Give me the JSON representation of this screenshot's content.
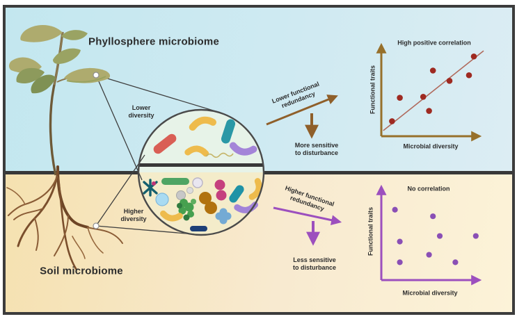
{
  "figure": {
    "top_panel": {
      "title": "Phyllosphere microbiome",
      "diversity_label": "Lower\ndiversity"
    },
    "bottom_panel": {
      "title": "Soil microbiome",
      "diversity_label": "Higher\ndiversity"
    },
    "arrows": {
      "top": {
        "diagonal_label": "Lower functional\nredundancy",
        "down_label": "More sensitive\nto disturbance"
      },
      "bottom": {
        "diagonal_label": "Higher functional\nredundancy",
        "down_label": "Less sensitive\nto disturbance"
      }
    },
    "colors": {
      "top_background": "#c9e8f0",
      "bottom_background": "#f7e7c2",
      "frame": "#3c3c3c",
      "brown_arrow": "#8f5f2a",
      "purple_arrow": "#9c4fbe"
    }
  },
  "chart_data": [
    {
      "type": "scatter",
      "title": "High positive correlation",
      "xlabel": "Microbial diversity",
      "ylabel": "Functional traits",
      "xlim": [
        0,
        10
      ],
      "ylim": [
        0,
        10
      ],
      "grid": false,
      "axis_color": "#97702b",
      "dot_color": "#9e2a21",
      "trend_color": "#b06a5c",
      "points": [
        [
          1.1,
          1.6
        ],
        [
          1.9,
          4.1
        ],
        [
          4.3,
          4.2
        ],
        [
          4.9,
          2.7
        ],
        [
          5.3,
          7.0
        ],
        [
          7.0,
          5.9
        ],
        [
          9.0,
          6.5
        ],
        [
          9.5,
          8.5
        ]
      ],
      "trendline": {
        "x1": 0.2,
        "y1": 0.6,
        "x2": 10.5,
        "y2": 9.1
      }
    },
    {
      "type": "scatter",
      "title": "No correlation",
      "xlabel": "Microbial diversity",
      "ylabel": "Functional traits",
      "xlim": [
        0,
        10
      ],
      "ylim": [
        0,
        10
      ],
      "grid": false,
      "axis_color": "#9c4fbe",
      "dot_color": "#8a4fb5",
      "points": [
        [
          1.4,
          7.5
        ],
        [
          5.3,
          6.8
        ],
        [
          6.0,
          4.7
        ],
        [
          9.7,
          4.7
        ],
        [
          1.9,
          4.1
        ],
        [
          4.9,
          2.7
        ],
        [
          1.9,
          1.9
        ],
        [
          7.6,
          1.9
        ]
      ]
    }
  ]
}
